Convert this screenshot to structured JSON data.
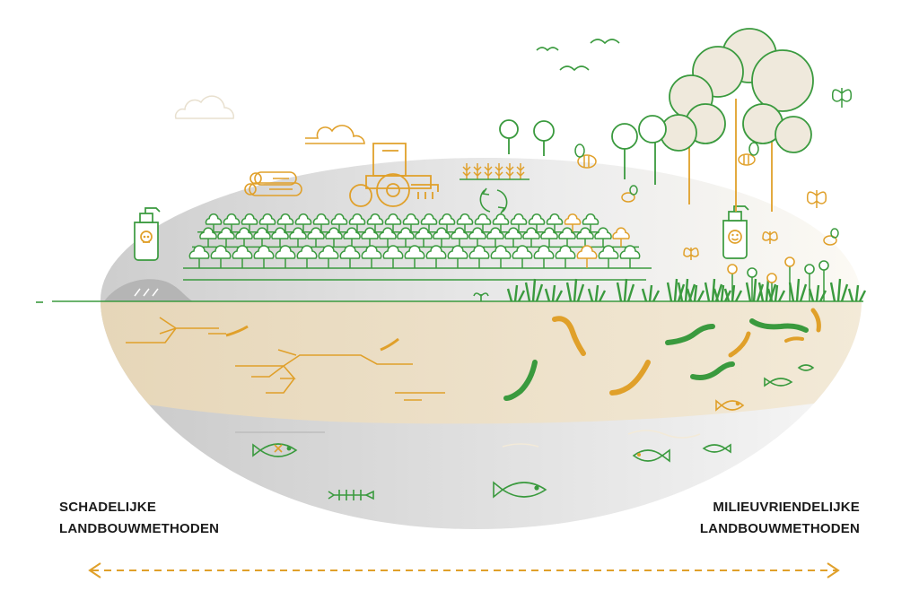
{
  "labels": {
    "left_line1": "SCHADELIJKE",
    "left_line2": "LANDBOUWMETHODEN",
    "right_line1": "MILIEUVRIENDELIJKE",
    "right_line2": "LANDBOUWMETHODEN"
  },
  "colors": {
    "green": "#3a9a3e",
    "orange": "#e0a02a",
    "soil": "#ede1c8",
    "grey": "#d6d6d6",
    "tree_fill": "#efe9dc",
    "text": "#1b1b1b"
  },
  "icons": {
    "left_bottle": "skull-spray-bottle-icon",
    "right_bottle": "smiley-spray-bottle-icon",
    "machine": "tractor-icon",
    "logs": "logs-icon",
    "crop": "wheat-icon",
    "rotation": "crop-rotation-icon",
    "arrow": "double-headed-arrow-icon"
  }
}
